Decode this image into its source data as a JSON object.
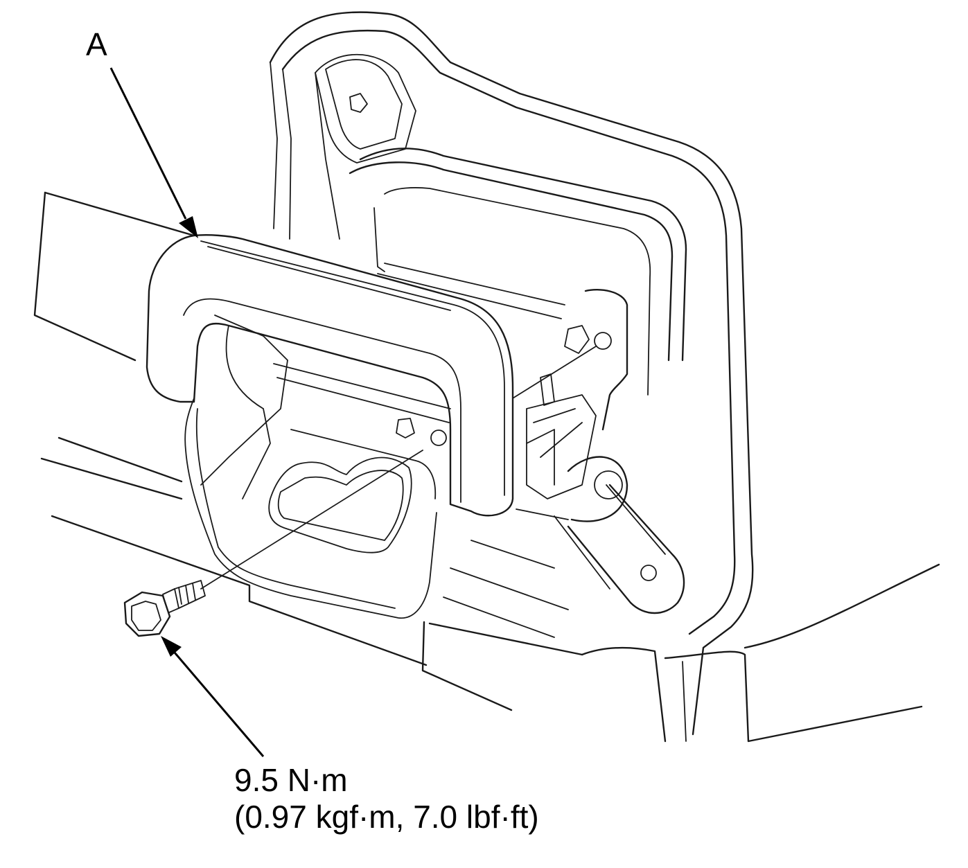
{
  "callouts": {
    "part_label": "A",
    "torque_primary": "9.5 N·m",
    "torque_secondary": "(0.97 kgf·m, 7.0 lbf·ft)"
  },
  "colors": {
    "line": "#1a1a1a",
    "background": "#ffffff"
  }
}
